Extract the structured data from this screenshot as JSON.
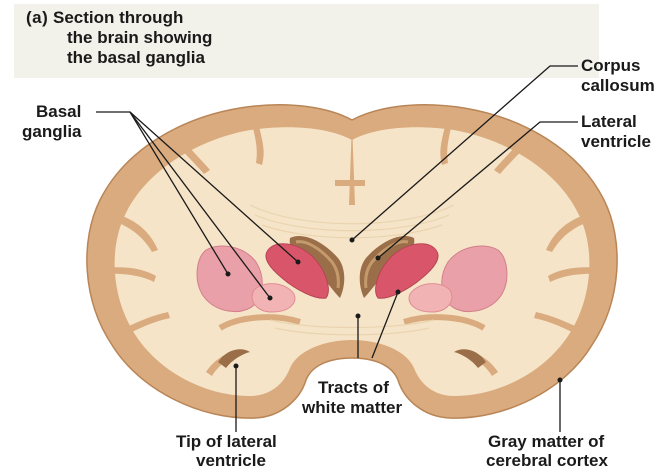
{
  "title": {
    "tag": "(a)",
    "lines": [
      "Section through",
      "the brain showing",
      "the basal ganglia"
    ]
  },
  "labels": {
    "corpus_callosum": [
      "Corpus",
      "callosum"
    ],
    "lateral_ventricle": [
      "Lateral",
      "ventricle"
    ],
    "basal_ganglia": [
      "Basal",
      "ganglia"
    ],
    "tracts": [
      "Tracts of",
      "white matter"
    ],
    "tip_lateral_ventricle": [
      "Tip of lateral",
      "ventricle"
    ],
    "gray_matter": [
      "Gray matter of",
      "cerebral cortex"
    ]
  },
  "colors": {
    "cortex_gray": "#d9ab7e",
    "white_matter": "#f6e4c8",
    "ventricle": "#9a6e48",
    "basal_ganglia_dark": "#d9566a",
    "basal_ganglia_light": "#f2b3b5",
    "background_panel": "#f2f2ea"
  }
}
